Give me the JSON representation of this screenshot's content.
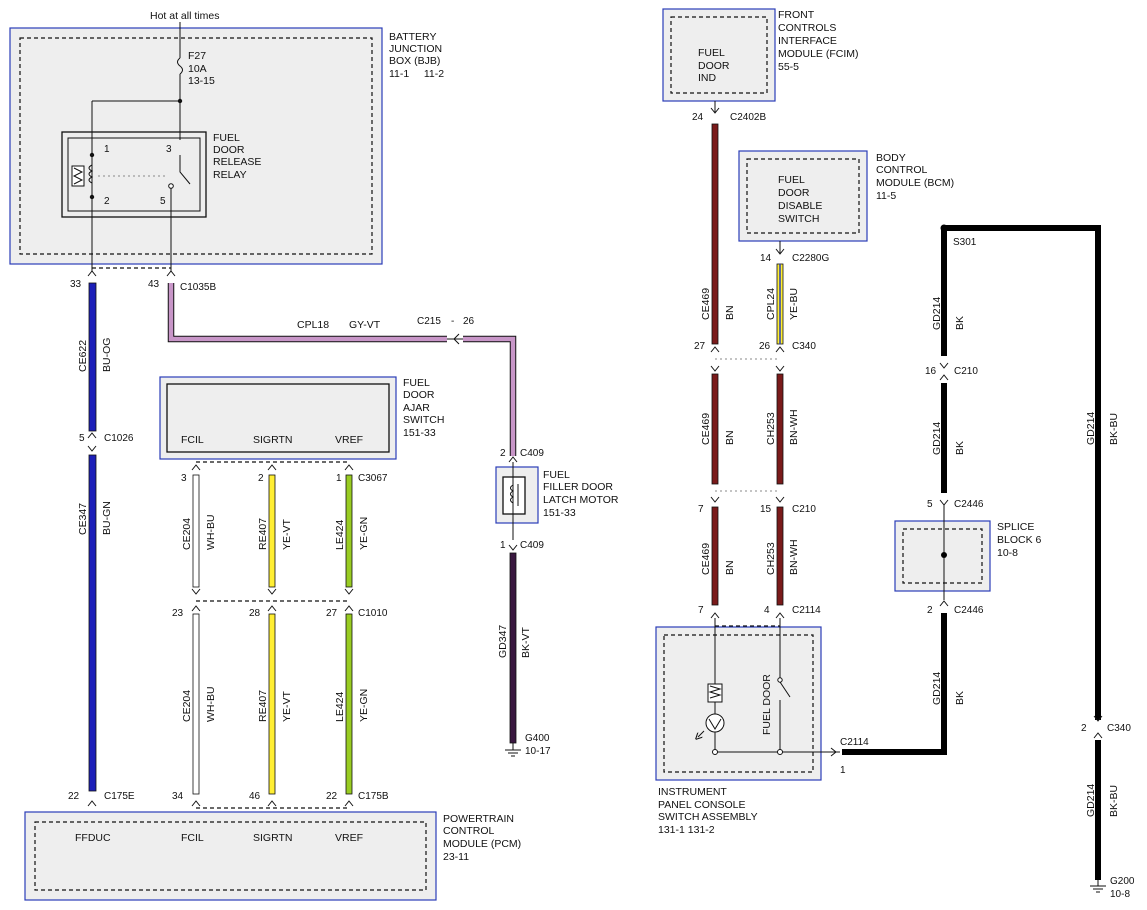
{
  "hot_label": "Hot at all times",
  "modules": {
    "bjb": {
      "lines": [
        "BATTERY",
        "JUNCTION",
        "BOX (BJB)"
      ],
      "ref": "11-1     11-2"
    },
    "fuse": {
      "lines": [
        "F27",
        "10A",
        "13-15"
      ]
    },
    "relay": {
      "lines": [
        "FUEL",
        "DOOR",
        "RELEASE",
        "RELAY"
      ],
      "pins": [
        "1",
        "2",
        "3",
        "5"
      ]
    },
    "ajar_switch": {
      "lines": [
        "FUEL",
        "DOOR",
        "AJAR",
        "SWITCH",
        "151-33"
      ],
      "pins": [
        "FCIL",
        "SIGRTN",
        "VREF"
      ]
    },
    "latch_motor": {
      "lines": [
        "FUEL",
        "FILLER DOOR",
        "LATCH MOTOR",
        "151-33"
      ]
    },
    "pcm": {
      "lines": [
        "POWERTRAIN",
        "CONTROL",
        "MODULE (PCM)",
        "23-11"
      ],
      "pins": [
        "FFDUC",
        "FCIL",
        "SIGRTN",
        "VREF"
      ]
    },
    "fcim": {
      "inner": [
        "FUEL",
        "DOOR",
        "IND"
      ],
      "lines": [
        "FRONT",
        "CONTROLS",
        "INTERFACE",
        "MODULE (FCIM)",
        "55-5"
      ]
    },
    "bcm": {
      "inner": [
        "FUEL",
        "DOOR",
        "DISABLE",
        "SWITCH"
      ],
      "lines": [
        "BODY",
        "CONTROL",
        "MODULE (BCM)",
        "11-5"
      ]
    },
    "splice": {
      "lines": [
        "SPLICE",
        "BLOCK 6",
        "10-8"
      ]
    },
    "ipc": {
      "inner": "FUEL DOOR",
      "lines": [
        "INSTRUMENT",
        "PANEL CONSOLE",
        "SWITCH ASSEMBLY",
        "131-1  131-2"
      ]
    }
  },
  "grounds": {
    "g400": [
      "G400",
      "10-17"
    ],
    "g200": [
      "G200",
      "10-8"
    ]
  },
  "wires": {
    "ce622": {
      "circuit": "CE622",
      "color": "BU-OG"
    },
    "ce347": {
      "circuit": "CE347",
      "color": "BU-GN"
    },
    "cpl18": {
      "circuit": "CPL18",
      "color": "GY-VT"
    },
    "ce204_a": {
      "circuit": "CE204",
      "color": "WH-BU"
    },
    "re407_a": {
      "circuit": "RE407",
      "color": "YE-VT"
    },
    "le424_a": {
      "circuit": "LE424",
      "color": "YE-GN"
    },
    "ce204_b": {
      "circuit": "CE204",
      "color": "WH-BU"
    },
    "re407_b": {
      "circuit": "RE407",
      "color": "YE-VT"
    },
    "le424_b": {
      "circuit": "LE424",
      "color": "YE-GN"
    },
    "gd347": {
      "circuit": "GD347",
      "color": "BK-VT"
    },
    "ce469_a": {
      "circuit": "CE469",
      "color": "BN"
    },
    "ce469_b": {
      "circuit": "CE469",
      "color": "BN"
    },
    "ce469_c": {
      "circuit": "CE469",
      "color": "BN"
    },
    "cpl24": {
      "circuit": "CPL24",
      "color": "YE-BU"
    },
    "ch253_a": {
      "circuit": "CH253",
      "color": "BN-WH"
    },
    "ch253_b": {
      "circuit": "CH253",
      "color": "BN-WH"
    },
    "gd214_a": {
      "circuit": "GD214",
      "color": "BK"
    },
    "gd214_b": {
      "circuit": "GD214",
      "color": "BK"
    },
    "gd214_c": {
      "circuit": "GD214",
      "color": "BK"
    },
    "gd214_d": {
      "circuit": "GD214",
      "color": "BK-BU"
    },
    "gd214_e": {
      "circuit": "GD214",
      "color": "BK-BU"
    }
  },
  "connectors": {
    "c1035b": {
      "pins": [
        "33",
        "43"
      ],
      "name": "C1035B"
    },
    "c1026": {
      "pin": "5",
      "name": "C1026"
    },
    "c175e": {
      "pin": "22",
      "name": "C175E"
    },
    "c215": {
      "name": "C215",
      "sep": "-",
      "pin": "26"
    },
    "c409_top": {
      "pin": "2",
      "name": "C409"
    },
    "c409_bot": {
      "pin": "1",
      "name": "C409"
    },
    "c3067": {
      "pins": [
        "3",
        "2",
        "1"
      ],
      "name": "C3067"
    },
    "c1010": {
      "pins": [
        "23",
        "28",
        "27"
      ],
      "name": "C1010"
    },
    "c175b": {
      "pins": [
        "34",
        "46",
        "22"
      ],
      "name": "C175B"
    },
    "c2402b": {
      "pin": "24",
      "name": "C2402B"
    },
    "c2280g": {
      "pin": "14",
      "name": "C2280G"
    },
    "c340_mid": {
      "pins": [
        "27",
        "26"
      ],
      "name": "C340"
    },
    "c210_mid": {
      "pins": [
        "7",
        "15"
      ],
      "name": "C210"
    },
    "c2114_top": {
      "pins": [
        "7",
        "4"
      ],
      "name": "C2114"
    },
    "c2114_side": {
      "pin": "1",
      "name": "C2114"
    },
    "s301": {
      "name": "S301"
    },
    "c210_right": {
      "pin": "16",
      "name": "C210"
    },
    "c2446_top": {
      "pin": "5",
      "name": "C2446"
    },
    "c2446_bot": {
      "pin": "2",
      "name": "C2446"
    },
    "c340_right": {
      "pin": "2",
      "name": "C340"
    }
  },
  "colors": {
    "blue": "#1c1fb8",
    "gray_violet": "#c896c8",
    "white": "#ffffff",
    "yellow": "#ffee33",
    "yellow_green": "#99cc22",
    "black_violet": "#3a1840",
    "brown": "#7a1a1a",
    "black": "#000000",
    "component_border": "#2b3db8",
    "component_fill": "#eeeeee"
  }
}
